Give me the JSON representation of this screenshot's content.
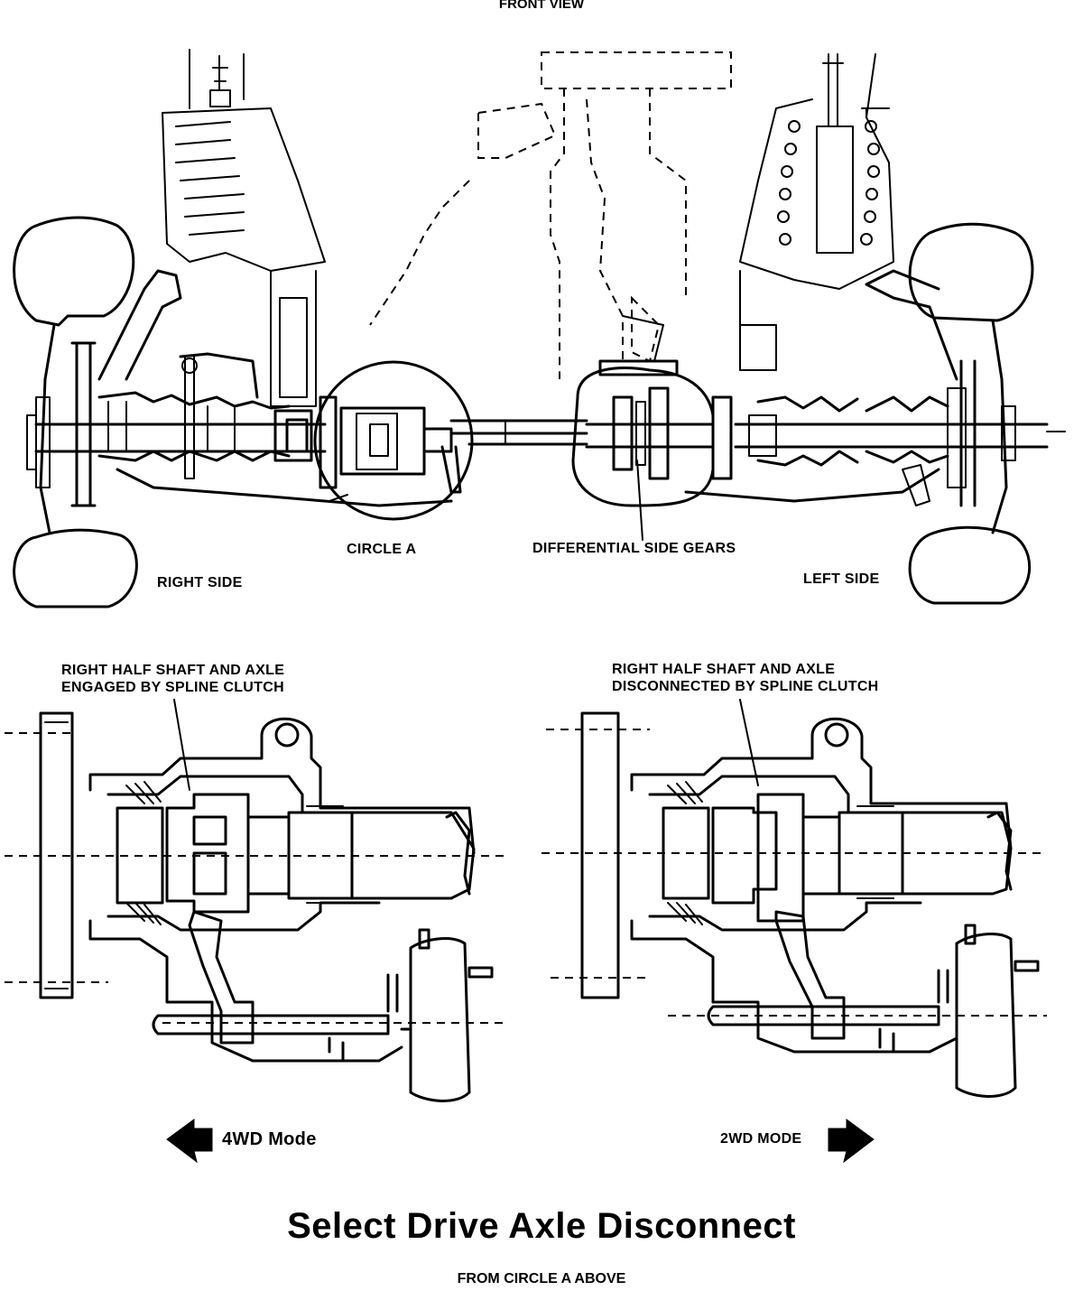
{
  "front_view_label": "FRONT VIEW",
  "labels": {
    "circle_a": "CIRCLE A",
    "differential_side_gears": "DIFFERENTIAL SIDE GEARS",
    "right_side": "RIGHT SIDE",
    "left_side": "LEFT SIDE"
  },
  "detail_left": {
    "caption_line1": "RIGHT HALF SHAFT AND AXLE",
    "caption_line2": "ENGAGED BY SPLINE CLUTCH",
    "mode": "4WD Mode",
    "arrow_direction": "left"
  },
  "detail_right": {
    "caption_line1": "RIGHT HALF SHAFT AND AXLE",
    "caption_line2": "DISCONNECTED BY SPLINE CLUTCH",
    "mode": "2WD MODE",
    "arrow_direction": "right"
  },
  "title": "Select Drive Axle Disconnect",
  "subtitle": "FROM CIRCLE A ABOVE",
  "colors": {
    "ink": "#000000",
    "paper": "#ffffff"
  }
}
